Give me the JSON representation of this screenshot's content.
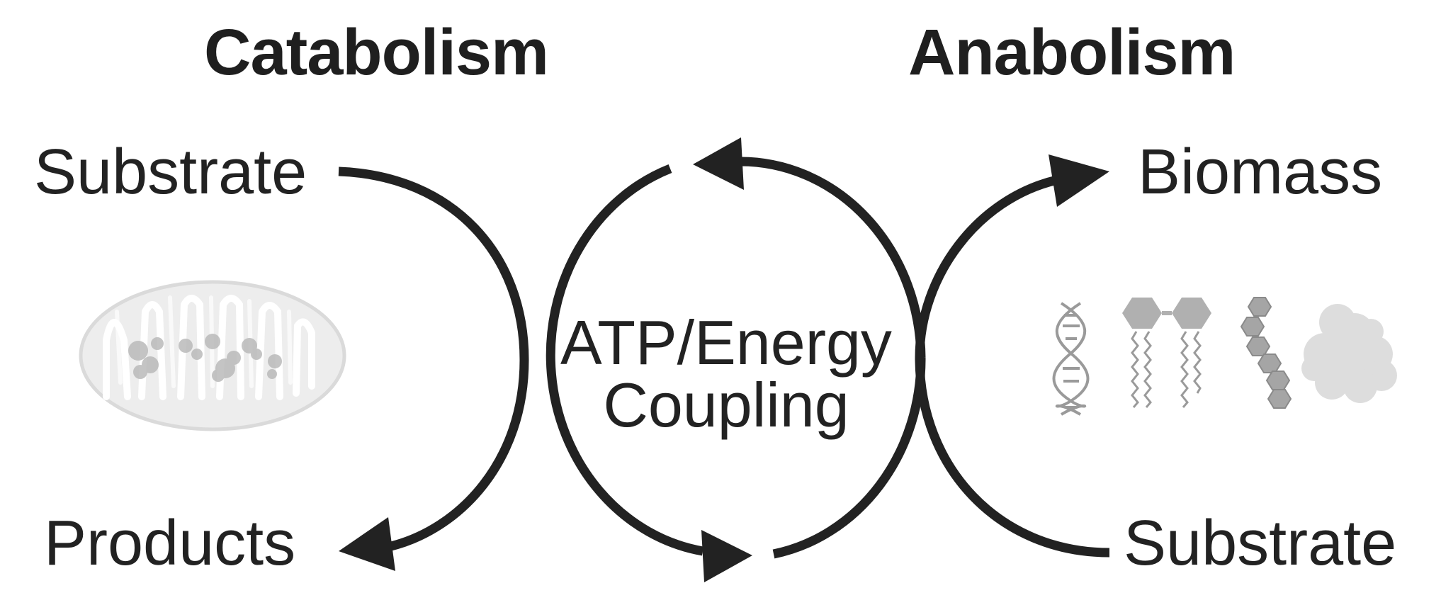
{
  "headings": {
    "catabolism": "Catabolism",
    "anabolism": "Anabolism"
  },
  "labels": {
    "catabolism_substrate": "Substrate",
    "catabolism_products": "Products",
    "anabolism_biomass": "Biomass",
    "anabolism_substrate": "Substrate"
  },
  "center": {
    "line1": "ATP/Energy",
    "line2": "Coupling"
  },
  "colors": {
    "arrow": "#222222",
    "text": "#222222",
    "illustration_fill": "#ececec",
    "illustration_stroke": "#d6d6d6",
    "molecule_gray": "#9a9a9a"
  },
  "icons": {
    "mitochondrion": "mitochondrion-icon",
    "dna": "dna-icon",
    "lipid": "phospholipid-icon",
    "sugar_chain": "polysaccharide-icon",
    "protein": "protein-icon"
  }
}
